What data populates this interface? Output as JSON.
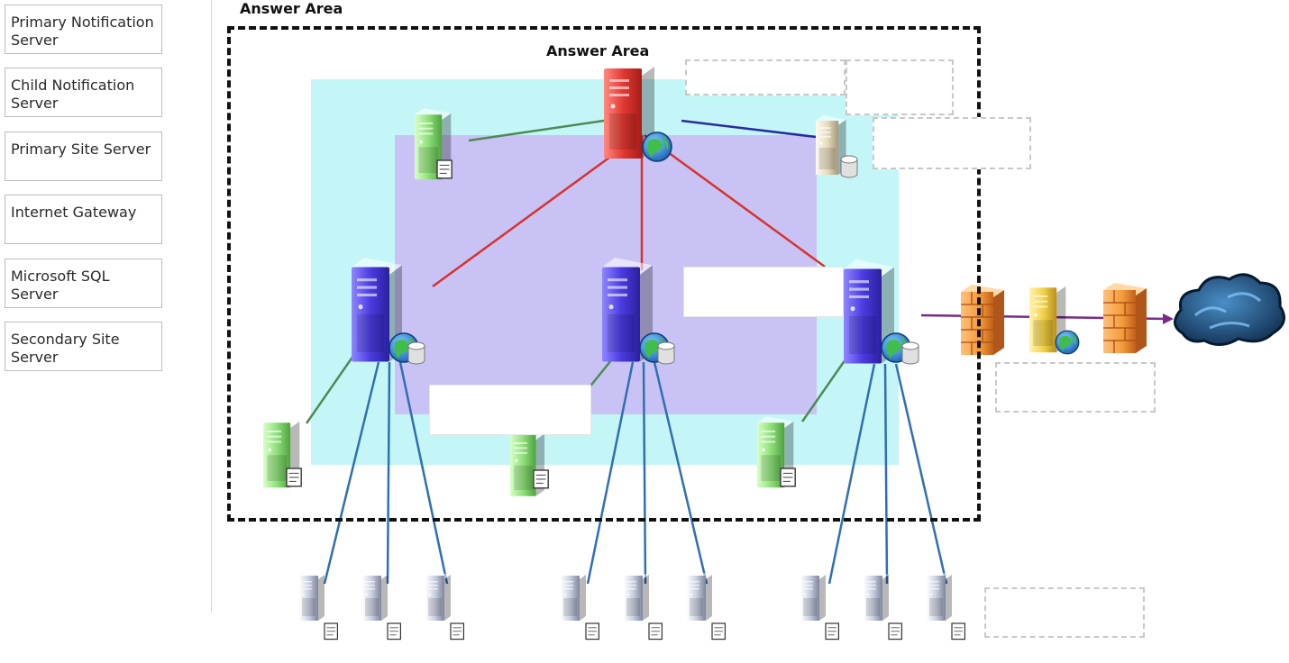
{
  "source_panel": {
    "items": [
      {
        "label": "Primary Notification Server"
      },
      {
        "label": "Child Notification Server"
      },
      {
        "label": "Primary Site Server"
      },
      {
        "label": "Internet Gateway"
      },
      {
        "label": "Microsoft SQL Server"
      },
      {
        "label": "Secondary Site Server"
      }
    ]
  },
  "answer_area": {
    "outer_title": "Answer Area",
    "inner_title": "Answer Area"
  },
  "colors": {
    "cyan_zone": "#c4f6f8",
    "purple_zone": "#c9c0f4",
    "red_link": "#d7332e",
    "blue_link": "#2f6fb2",
    "green_link": "#4f8a55",
    "navy_link": "#2a2aa0",
    "purple_link": "#7a2a8a",
    "red_server": "#e23a33",
    "blue_server": "#4a3ce0",
    "green_server": "#8fe07a",
    "grey_server": "#c9cfe0",
    "beige_server": "#e8dcc0",
    "yellow_server": "#f3d24a",
    "firewall": "#f39a3a"
  }
}
